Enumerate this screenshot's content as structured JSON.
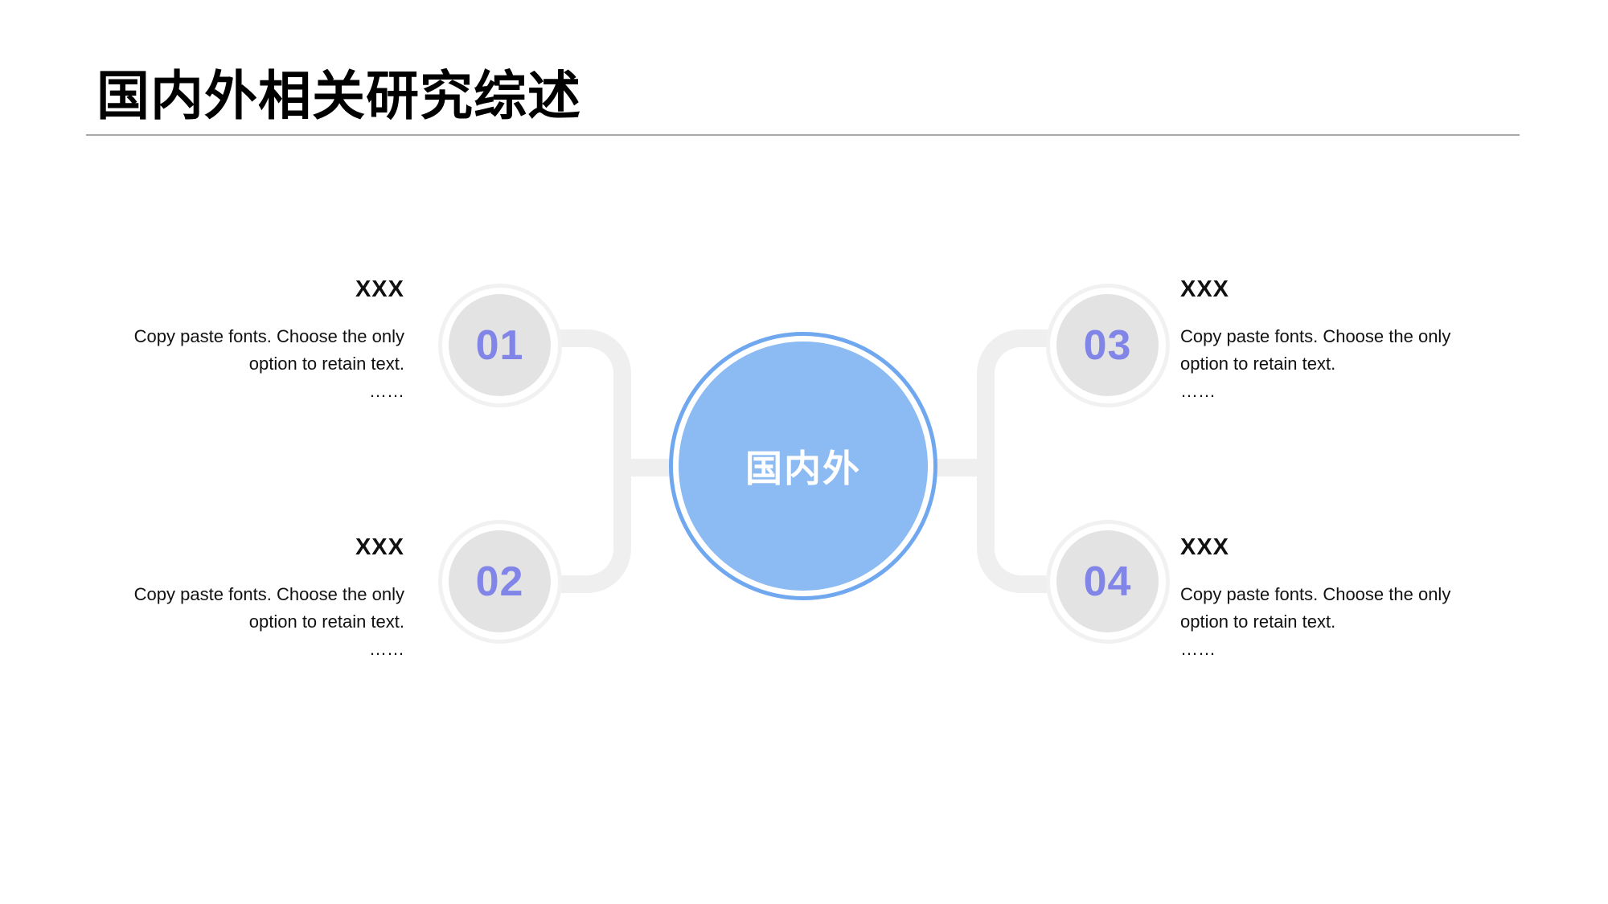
{
  "title": "国内外相关研究综述",
  "center": {
    "label": "国内外"
  },
  "nodes": [
    {
      "number": "01",
      "heading": "XXX",
      "body": "Copy paste fonts. Choose the only option to retain text.",
      "ellipsis": "……"
    },
    {
      "number": "02",
      "heading": "XXX",
      "body": "Copy paste fonts. Choose the only option to retain text.",
      "ellipsis": "……"
    },
    {
      "number": "03",
      "heading": "XXX",
      "body": "Copy paste fonts. Choose the only option to retain text.",
      "ellipsis": "……"
    },
    {
      "number": "04",
      "heading": "XXX",
      "body": "Copy paste fonts. Choose the only option to retain text.",
      "ellipsis": "……"
    }
  ],
  "colors": {
    "accent-fill": "#8cbaf2",
    "accent-ring": "#70a8ef",
    "number": "#8185e8",
    "node-fill": "#e3e3e3",
    "ring": "#f1f1f1",
    "connector": "#efefef",
    "divider": "#a9a9a9"
  }
}
